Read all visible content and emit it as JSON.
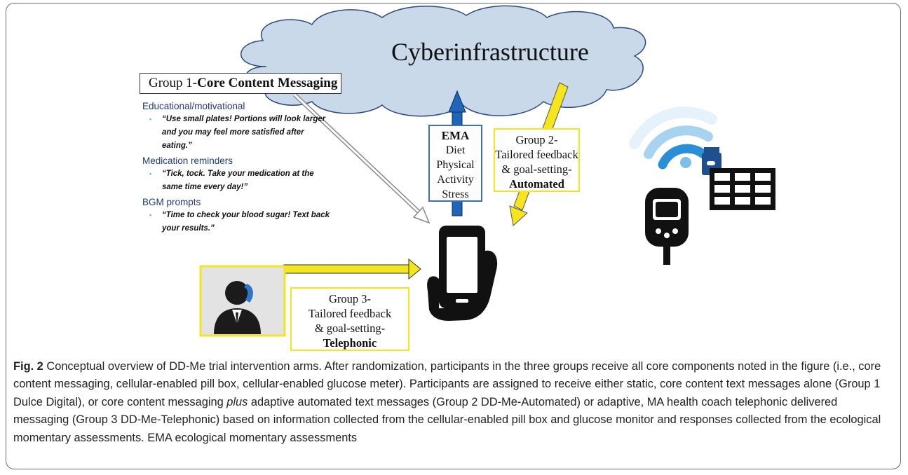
{
  "cloud": {
    "label": "Cyberinfrastructure"
  },
  "group1": {
    "title_prefix": "Group 1-",
    "title_bold": "Core Content Messaging",
    "sections": [
      {
        "heading": "Educational/motivational",
        "bullets": [
          "“Use small plates! Portions will look larger",
          "and you may feel more satisfied after",
          "eating.”"
        ]
      },
      {
        "heading": "Medication reminders",
        "bullets": [
          "“Tick, tock. Take your medication at the",
          "same time every day!”"
        ]
      },
      {
        "heading": "BGM prompts",
        "bullets": [
          "“Time to check your blood sugar! Text back",
          "your results.”"
        ]
      }
    ]
  },
  "ema": {
    "heading": "EMA",
    "items": [
      "Diet",
      "Physical",
      "Activity",
      "Stress"
    ]
  },
  "group2": {
    "lines": [
      "Group 2-",
      "Tailored feedback",
      "& goal-setting-"
    ],
    "bold": "Automated"
  },
  "group3": {
    "lines": [
      "Group 3-",
      "Tailored feedback",
      "& goal-setting-"
    ],
    "bold": "Telephonic"
  },
  "colors": {
    "cloud_fill": "#c9d9ea",
    "yellow_arrow": "#f4e51e",
    "blue_arrow": "#1f66b8",
    "box_blue": "#3f6fb5"
  },
  "icons": [
    "cloud",
    "smartphone-icon",
    "wifi-icon",
    "pill-box-icon",
    "glucose-meter-icon",
    "health-coach-icon"
  ],
  "caption": {
    "fig_label": "Fig. 2",
    "part1": " Conceptual overview of DD-Me trial intervention arms. After randomization, participants in the three groups receive all core components noted in the figure (i.e., core content messaging, cellular-enabled pill box, cellular-enabled glucose meter). Participants are assigned to receive either static, core content text messages alone (Group 1 Dulce Digital), or core content messaging ",
    "italic": "plus",
    "part2": " adaptive automated text messages (Group 2 DD-Me-Automated) or adaptive, MA health coach telephonic delivered messaging (Group 3 DD-Me-Telephonic) based on information collected from the cellular-enabled pill box and glucose monitor and responses collected from the ecological momentary assessments. EMA ecological momentary assessments"
  }
}
